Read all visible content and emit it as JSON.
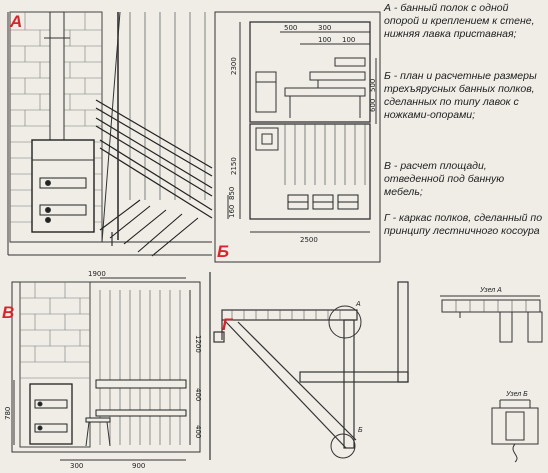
{
  "panel_labels": {
    "a": "А",
    "b": "Б",
    "v": "В",
    "g": "Г"
  },
  "legend": {
    "a": "А - банный полок с одной опорой и креплением к стене, нижняя лавка приставная;",
    "b": "Б - план и расчетные размеры трехъярусных банных полков, сделанных по типу лавок с ножками-опорами;",
    "v": "В - расчет площади, отведенной под банную мебель;",
    "g": "Г - каркас полков, сделанный по принципу лестничного косоура"
  },
  "dims_b": {
    "w500": "500",
    "w300": "300",
    "w100a": "100",
    "w100b": "100",
    "h2300": "2300",
    "h2150": "2150",
    "h500": "500",
    "h600": "600",
    "h850": "850",
    "h160": "160",
    "w2500": "2500"
  },
  "dims_v": {
    "w1900": "1900",
    "h1200": "1200",
    "h400a": "400",
    "h400b": "400",
    "h780": "780",
    "w300": "300",
    "w900": "900"
  },
  "nodes_g": {
    "uzel_a_top": "Узел А",
    "uzel_b_top": "Узел Б",
    "mark_a": "А",
    "mark_b": "Б"
  }
}
